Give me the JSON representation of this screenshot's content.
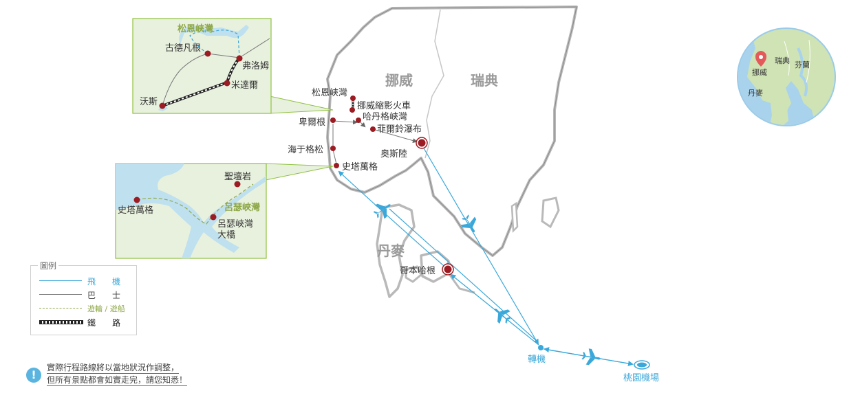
{
  "countries": {
    "norway": "挪威",
    "sweden": "瑞典",
    "denmark": "丹麥"
  },
  "places": {
    "songefjord": "松恩峽灣",
    "flam_railway": "挪威縮影火車",
    "hardangerfjord": "哈丹格峽灣",
    "voringsfossen": "菲爾鈴瀑布",
    "bergen": "卑爾根",
    "haugesund": "海于格松",
    "stavanger": "史塔萬格",
    "oslo": "奧斯陸",
    "copenhagen": "哥本哈根",
    "transfer": "轉機",
    "taoyuan": "桃園機場"
  },
  "inset_top": {
    "fjord_label": "松恩峽灣",
    "gudvangen": "古德凡根",
    "flam": "弗洛姆",
    "myrdal": "米達爾",
    "voss": "沃斯"
  },
  "inset_bottom": {
    "preikestolen": "聖壇岩",
    "lysefjord": "呂瑟峽灣",
    "stavanger": "史塔萬格",
    "bridge_line1": "呂瑟峽灣",
    "bridge_line2": "大橋"
  },
  "locator": {
    "sweden": "瑞典",
    "finland": "芬蘭",
    "norway": "挪威",
    "denmark": "丹麥"
  },
  "legend": {
    "title": "圖例",
    "flight": "飛　　機",
    "bus": "巴　　士",
    "cruise": "遊輪 / 遊船",
    "railway": "鐵　　路"
  },
  "note": {
    "line1": "實際行程路線將以當地狀況作調整，",
    "line2": "但所有景點都會如實走完，請您知悉！"
  },
  "colors": {
    "flight": "#3aa8da",
    "bus": "#777777",
    "cruise": "#8fa84a",
    "stop": "#9b1c22",
    "inset_bg": "#e8f1de",
    "inset_border": "#8fc13e",
    "land_shadow": "#b9b9b9"
  }
}
